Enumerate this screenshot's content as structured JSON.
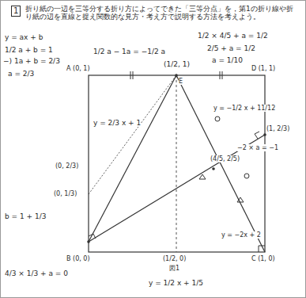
{
  "diagram": {
    "labels": [
      "1",
      "折り紙の一辺を三等分する折り方によってできた「三等分点」を，第1の折り線や折り紙の辺を直線と捉え関数的な見方・考え方で説明する方法を考えよう。",
      "A (0, 1)",
      "D (1, 1)",
      "B (0, 0)",
      "C (1, 0)",
      "E",
      "(1/2, 1)",
      "(1/2, 0)",
      "図1",
      "(4/5, 2/5)",
      "(0, 2/3)",
      "(0, 1/3)",
      "(1, 2/3)",
      "y = 2/3 x + 1",
      "y = −1/2 x + 11/12",
      "y = −2x + 2",
      "y = 1/2 x + 1/5",
      "y = ax + b",
      "1/2 a + b = 1",
      "−) 1a + b = 2/3",
      "a = 2/3",
      "1/2 a − 1a = −1/2 a",
      "1/2 × 4/5 + a = 1/2",
      "2/5 + a = 1/2",
      "a = 1/10",
      "−2 × a = −1",
      "4/3 × 1/3 + a = 0",
      "b = 1 + 1/3"
    ]
  }
}
